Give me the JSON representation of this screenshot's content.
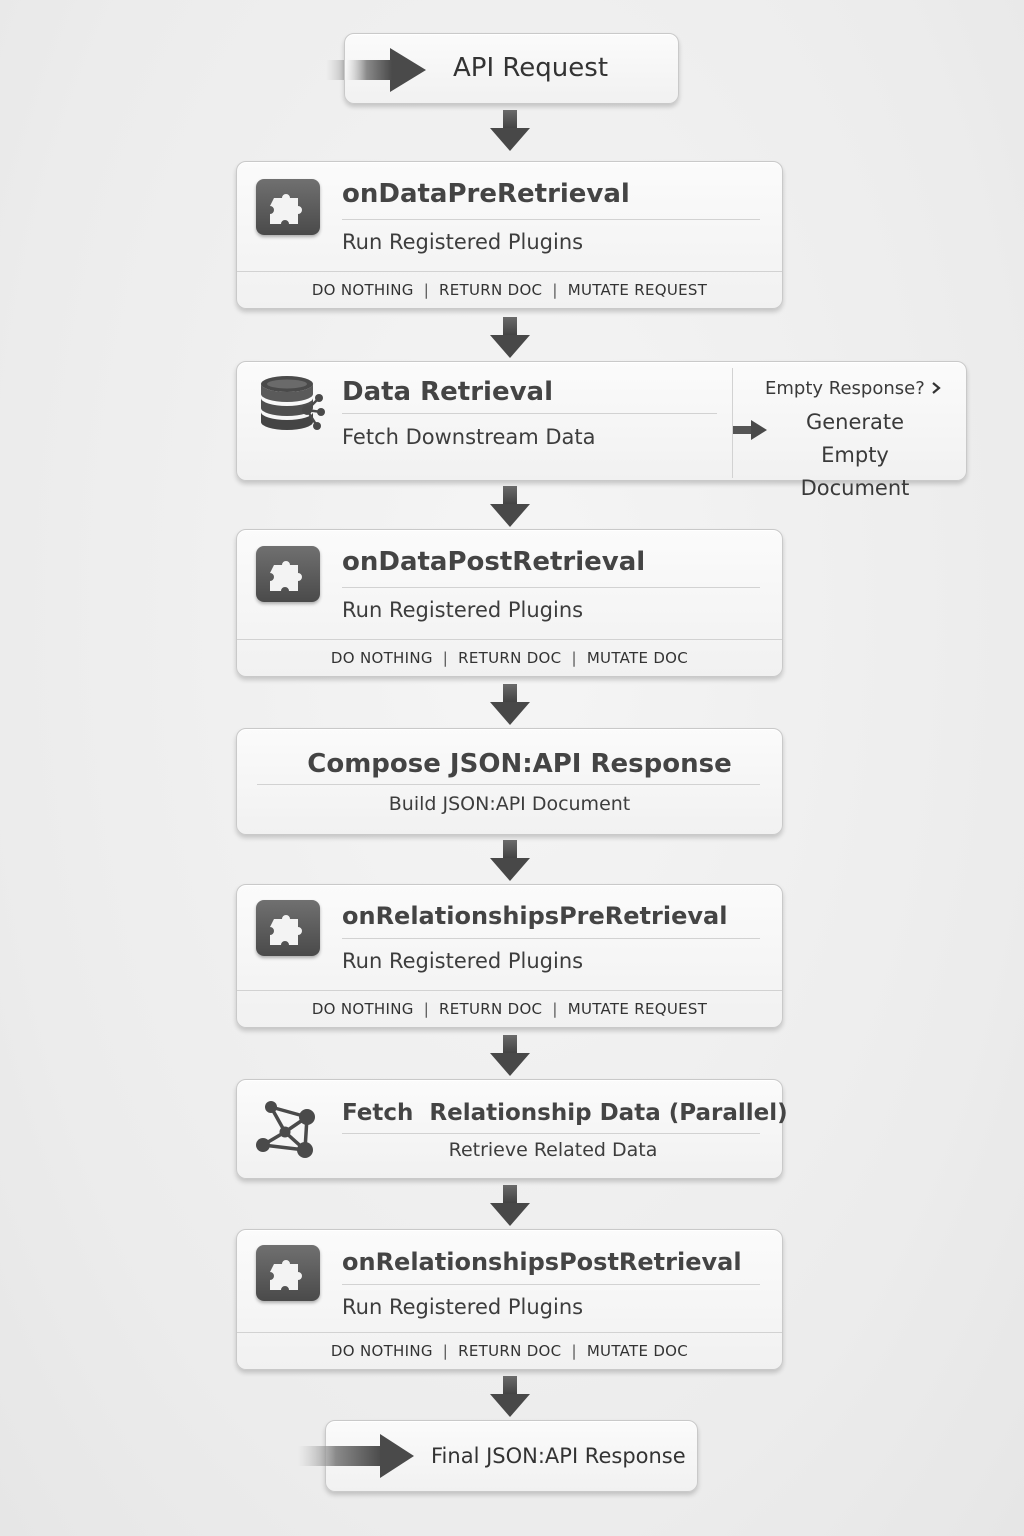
{
  "start": {
    "label": "API Request"
  },
  "end": {
    "label": "Final JSON:API Response"
  },
  "nodes": {
    "pre_retrieval": {
      "title": "onDataPreRetrieval",
      "subtitle": "Run Registered Plugins",
      "options": [
        "DO NOTHING",
        "RETURN DOC",
        "MUTATE REQUEST"
      ],
      "icon": "puzzle-icon"
    },
    "data_retrieval": {
      "title": "Data Retrieval",
      "subtitle": "Fetch Downstream Data",
      "icon": "database-icon",
      "branch_question": "Empty Response?",
      "branch_action_line1": "Generate Empty",
      "branch_action_line2": "Document"
    },
    "post_retrieval": {
      "title": "onDataPostRetrieval",
      "subtitle": "Run Registered Plugins",
      "options": [
        "DO NOTHING",
        "RETURN DOC",
        "MUTATE DOC"
      ],
      "icon": "puzzle-icon"
    },
    "compose": {
      "title": "Compose JSON:API Response",
      "subtitle": "Build JSON:API Document"
    },
    "rel_pre_retrieval": {
      "title": "onRelationshipsPreRetrieval",
      "subtitle": "Run Registered Plugins",
      "options": [
        "DO NOTHING",
        "RETURN DOC",
        "MUTATE REQUEST"
      ],
      "icon": "puzzle-icon"
    },
    "fetch_relationships": {
      "title": "Fetch  Relationship Data (Parallel)",
      "subtitle": "Retrieve Related Data",
      "icon": "network-icon"
    },
    "rel_post_retrieval": {
      "title": "onRelationshipsPostRetrieval",
      "subtitle": "Run Registered Plugins",
      "options": [
        "DO NOTHING",
        "RETURN DOC",
        "MUTATE DOC"
      ],
      "icon": "puzzle-icon"
    }
  },
  "colors": {
    "icon_fill": "#4a4a4a",
    "arrow_fill": "#555555",
    "background": "#efefef"
  }
}
